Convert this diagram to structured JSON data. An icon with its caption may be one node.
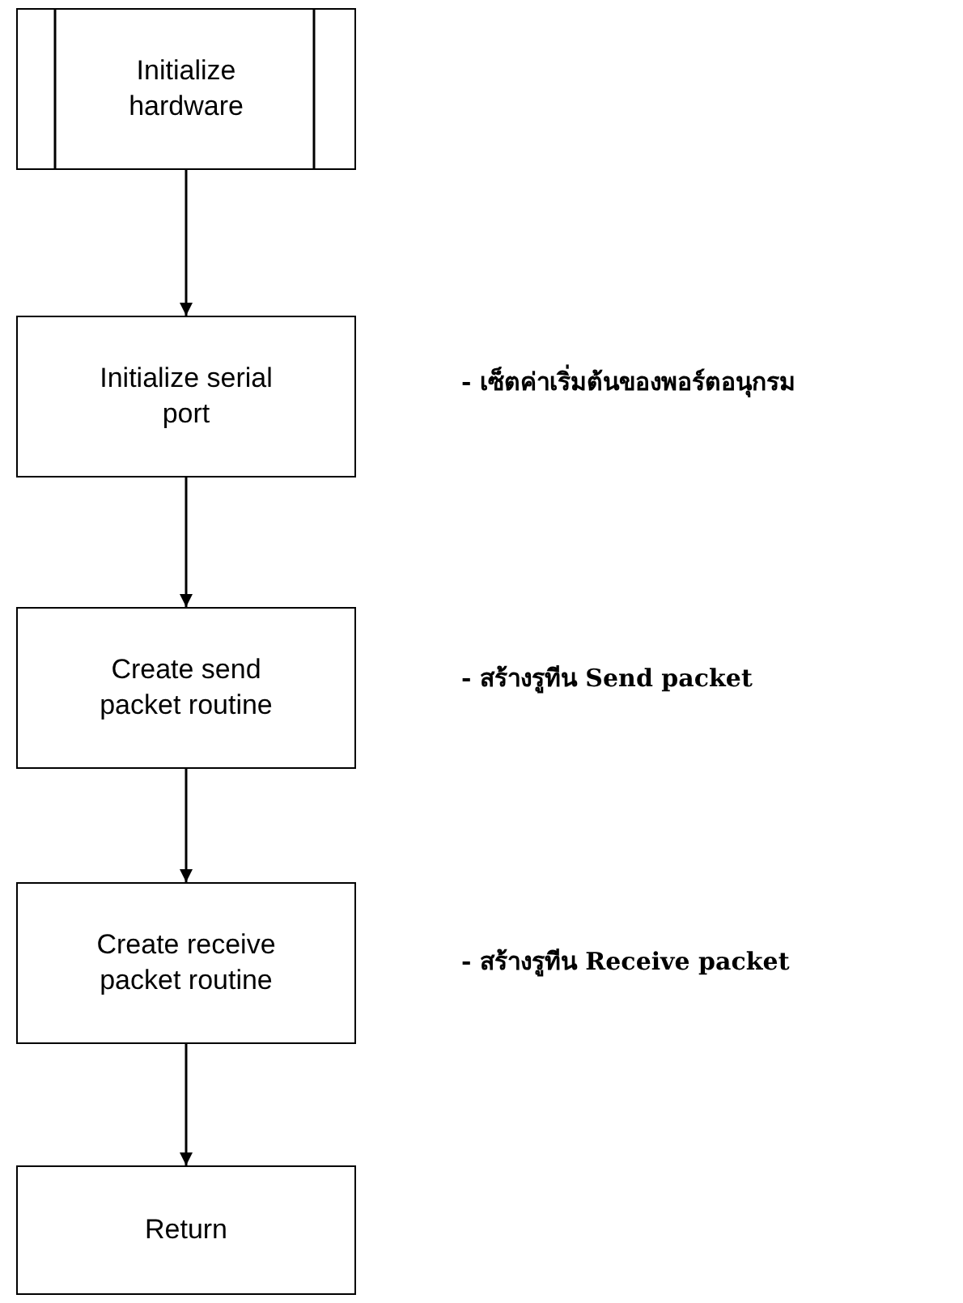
{
  "diagram": {
    "nodes": [
      {
        "text": [
          "Initialize hardware"
        ]
      },
      {
        "text": [
          "Initialize serial port"
        ]
      },
      {
        "text": [
          "Create send packet routine"
        ]
      },
      {
        "text": [
          "Create receive packet routine"
        ]
      },
      {
        "text": [
          "Return"
        ]
      }
    ],
    "edges": [
      {
        "from": 0,
        "to": 1,
        "arrow": "to"
      },
      {
        "from": 1,
        "to": 2,
        "arrow": "to"
      },
      {
        "from": 2,
        "to": 3,
        "arrow": "to"
      },
      {
        "from": 3,
        "to": 4,
        "arrow": "to"
      }
    ],
    "labels": [
      "- เซ็ตค่าเริ่มต้นของพอร์ตอนุกรม",
      "- สร้างรูทีน Send packet",
      "- สร้างรูทีน Receive packet"
    ]
  }
}
